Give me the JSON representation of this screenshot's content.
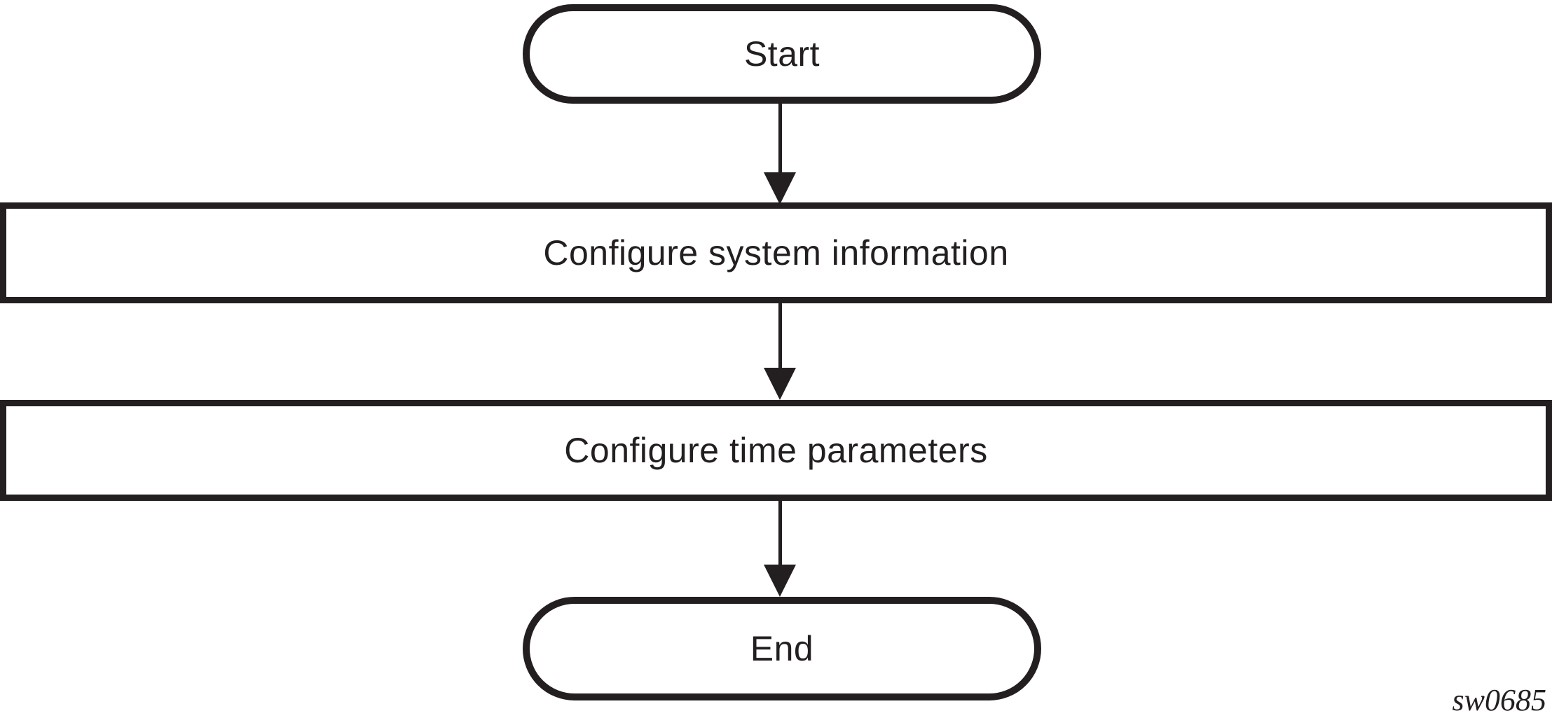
{
  "diagram": {
    "type": "flowchart",
    "figure_code": "sw0685",
    "colors": {
      "stroke": "#231f20",
      "background": "#ffffff"
    },
    "nodes": [
      {
        "id": "start",
        "shape": "terminator",
        "label": "Start"
      },
      {
        "id": "step1",
        "shape": "process",
        "label": "Configure system information"
      },
      {
        "id": "step2",
        "shape": "process",
        "label": "Configure time parameters"
      },
      {
        "id": "end",
        "shape": "terminator",
        "label": "End"
      }
    ],
    "edges": [
      {
        "from": "start",
        "to": "step1",
        "direction": "down"
      },
      {
        "from": "step1",
        "to": "step2",
        "direction": "down"
      },
      {
        "from": "step2",
        "to": "end",
        "direction": "down"
      }
    ]
  }
}
